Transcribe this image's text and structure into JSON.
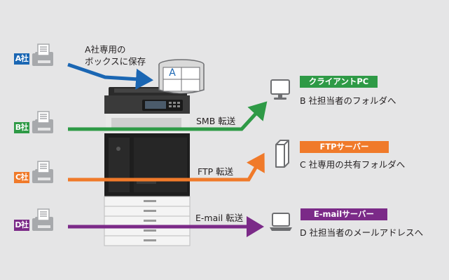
{
  "colors": {
    "background": "#e5e5e6",
    "company_a": "#1a66b3",
    "company_b": "#2e9a46",
    "company_c": "#f07a2a",
    "company_d": "#7b2a88",
    "icon_gray": "#a7a9ac"
  },
  "flows": [
    {
      "company": "A社",
      "icon": "fax-icon",
      "label_line1": "A社専用の",
      "label_line2": "ボックスに保存",
      "target_icon": "storage-box-icon",
      "target_box_letter": "A"
    },
    {
      "company": "B社",
      "icon": "fax-icon",
      "method": "SMB 転送",
      "dest_badge": "クライアントPC",
      "dest_icon": "desktop-pc-icon",
      "dest_desc": "B 社担当者のフォルダへ"
    },
    {
      "company": "C社",
      "icon": "fax-icon",
      "method": "FTP 転送",
      "dest_badge": "FTPサーバー",
      "dest_icon": "server-tower-icon",
      "dest_desc": "C 社専用の共有フォルダへ"
    },
    {
      "company": "D社",
      "icon": "fax-icon",
      "method": "E-mail 転送",
      "dest_badge": "E-mailサーバー",
      "dest_icon": "laptop-icon",
      "dest_desc": "D 社担当者のメールアドレスへ"
    }
  ],
  "device": {
    "icon": "multifunction-printer-icon"
  }
}
